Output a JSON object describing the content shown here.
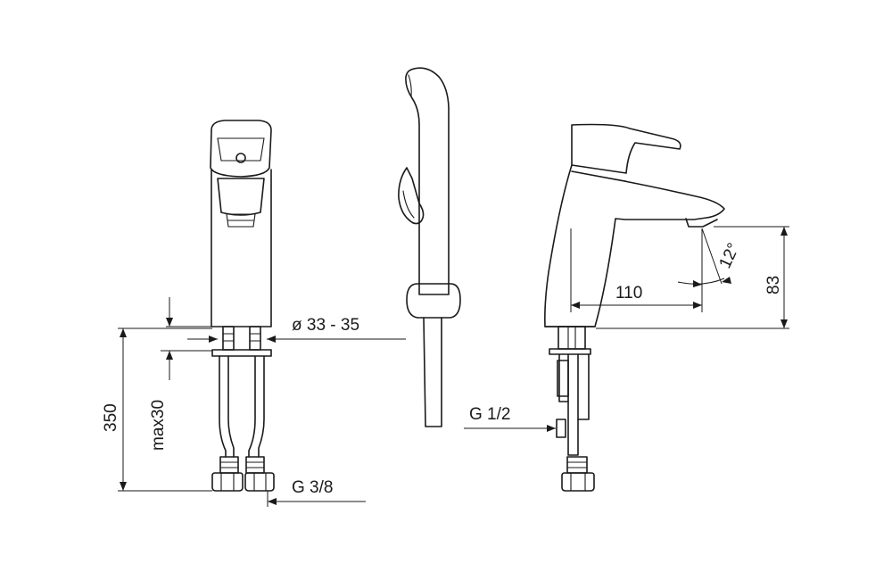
{
  "labels": {
    "diameter": "ø 33 - 35",
    "height_350": "350",
    "max30": "max30",
    "thread_g38": "G 3/8",
    "thread_g12": "G 1/2",
    "reach_110": "110",
    "height_83": "83",
    "angle_12": "12°"
  }
}
